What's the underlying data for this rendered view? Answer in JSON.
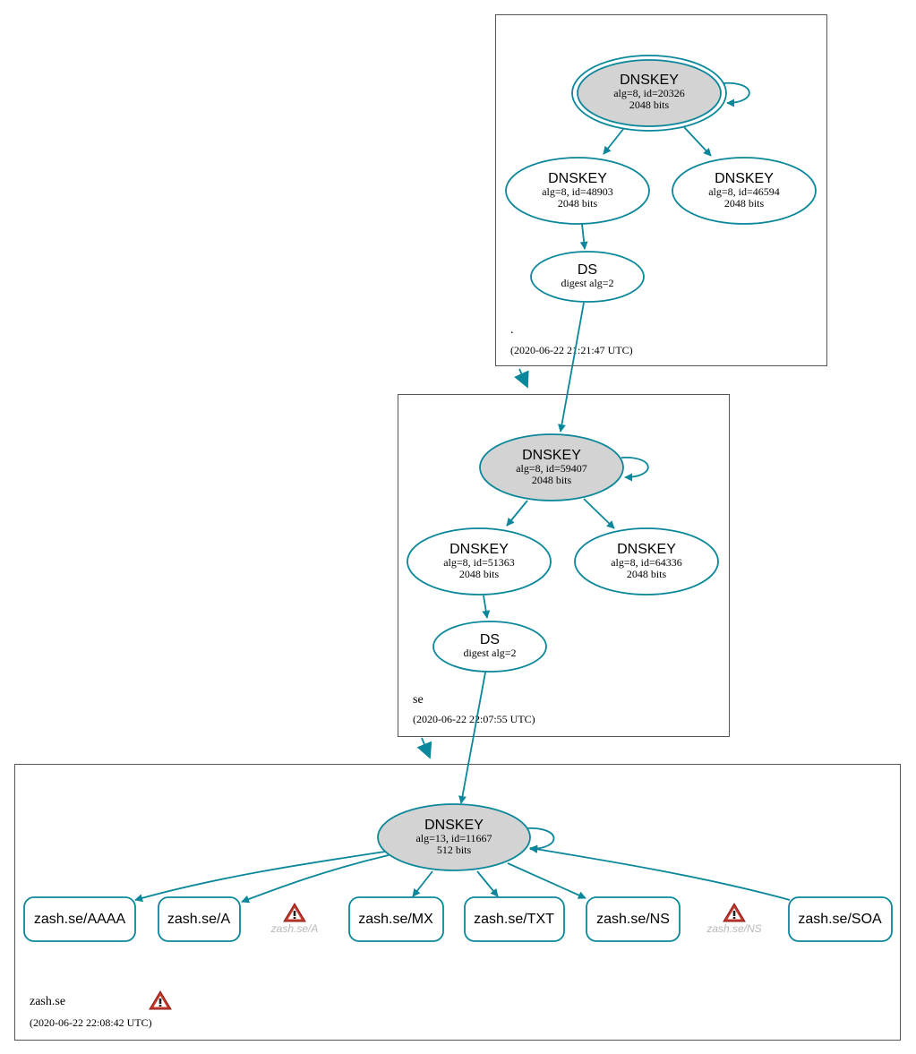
{
  "colors": {
    "edge": "#0a879a",
    "ksk_fill": "#d3d3d3",
    "node_fill": "#ffffff",
    "zone_border": "#555555",
    "warning_red": "#c0392b",
    "warning_text": "#b8b8b8"
  },
  "zones": {
    "root": {
      "name": ".",
      "timestamp": "(2020-06-22 21:21:47 UTC)"
    },
    "se": {
      "name": "se",
      "timestamp": "(2020-06-22 22:07:55 UTC)"
    },
    "zash": {
      "name": "zash.se",
      "timestamp": "(2020-06-22 22:08:42 UTC)",
      "icon": "warning-icon"
    }
  },
  "nodes": {
    "root_ksk": {
      "title": "DNSKEY",
      "line1": "alg=8, id=20326",
      "line2": "2048 bits"
    },
    "root_zsk1": {
      "title": "DNSKEY",
      "line1": "alg=8, id=48903",
      "line2": "2048 bits"
    },
    "root_zsk2": {
      "title": "DNSKEY",
      "line1": "alg=8, id=46594",
      "line2": "2048 bits"
    },
    "root_ds": {
      "title": "DS",
      "line1": "digest alg=2"
    },
    "se_ksk": {
      "title": "DNSKEY",
      "line1": "alg=8, id=59407",
      "line2": "2048 bits"
    },
    "se_zsk1": {
      "title": "DNSKEY",
      "line1": "alg=8, id=51363",
      "line2": "2048 bits"
    },
    "se_zsk2": {
      "title": "DNSKEY",
      "line1": "alg=8, id=64336",
      "line2": "2048 bits"
    },
    "se_ds": {
      "title": "DS",
      "line1": "digest alg=2"
    },
    "zash_key": {
      "title": "DNSKEY",
      "line1": "alg=13, id=11667",
      "line2": "512 bits"
    }
  },
  "rrsets": {
    "aaaa": "zash.se/AAAA",
    "a": "zash.se/A",
    "mx": "zash.se/MX",
    "txt": "zash.se/TXT",
    "ns": "zash.se/NS",
    "soa": "zash.se/SOA"
  },
  "warnings": {
    "a": {
      "label": "zash.se/A",
      "icon": "warning-icon"
    },
    "ns": {
      "label": "zash.se/NS",
      "icon": "warning-icon"
    }
  }
}
